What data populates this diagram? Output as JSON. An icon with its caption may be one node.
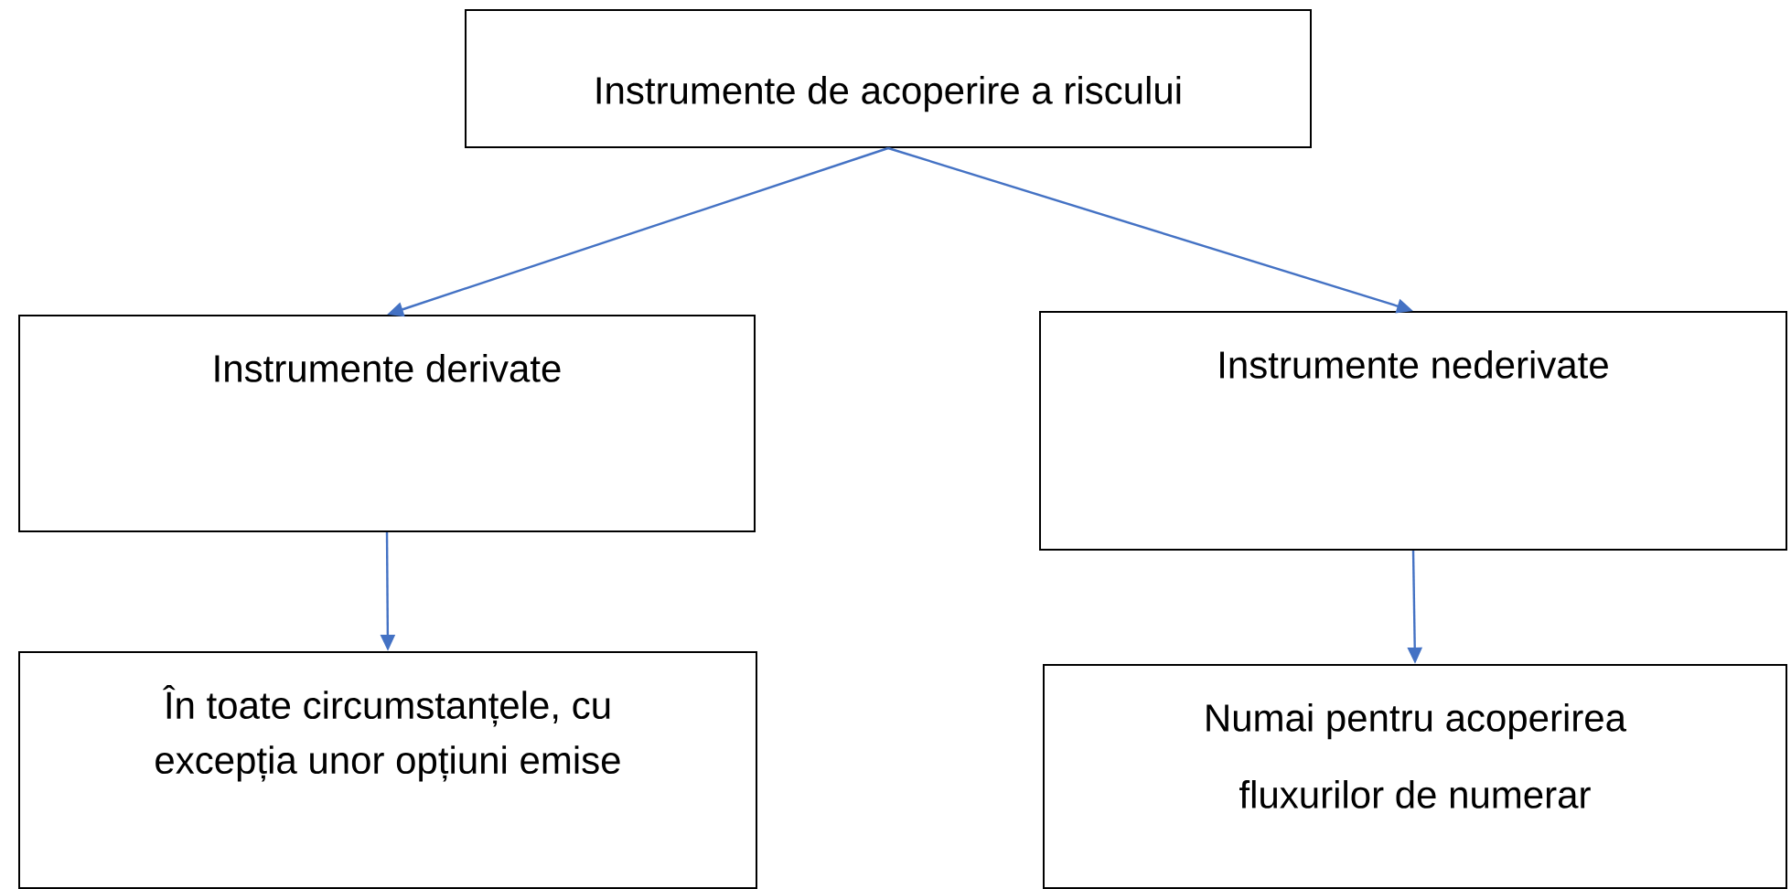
{
  "diagram": {
    "nodes": [
      {
        "text": [
          "Instrumente de acoperire a riscului"
        ]
      },
      {
        "text": [
          "Instrumente derivate"
        ]
      },
      {
        "text": [
          "Instrumente nederivate"
        ]
      },
      {
        "text": [
          "În toate circumstanțele, cu excepția unor opțiuni emise"
        ]
      },
      {
        "text": [
          "Numai pentru acoperirea fluxurilor de numerar"
        ]
      }
    ],
    "edges": [
      {
        "from": 0,
        "to": 1,
        "arrow": "to"
      },
      {
        "from": 0,
        "to": 2,
        "arrow": "to"
      },
      {
        "from": 1,
        "to": 3,
        "arrow": "to"
      },
      {
        "from": 2,
        "to": 4,
        "arrow": "to"
      }
    ]
  }
}
